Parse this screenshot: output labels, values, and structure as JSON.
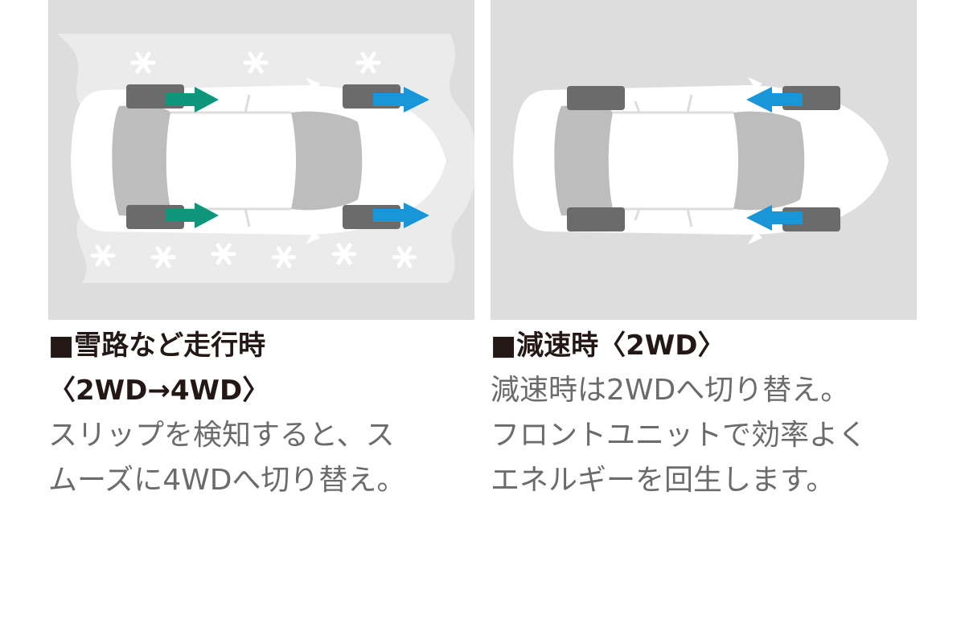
{
  "left": {
    "title": "■雪路など走行時",
    "subtitle": "〈2WD→4WD〉",
    "body_lines": [
      "スリップを検知すると、ス",
      "ムーズに4WDへ切り替え。"
    ]
  },
  "right": {
    "title": "■減速時〈2WD〉",
    "body_lines": [
      "減速時は2WDへ切り替え。",
      "フロントユニットで効率よく",
      "エネルギーを回生します。"
    ]
  },
  "colors": {
    "panel_bg": "#dddddd",
    "snow_road": "#ebebeb",
    "tire": "#6b6b6b",
    "cabin": "#bdbdbd",
    "green_arrow": "#0f9579",
    "blue_arrow": "#1996d8",
    "title_text": "#231815",
    "body_text": "#6b6b6b"
  }
}
